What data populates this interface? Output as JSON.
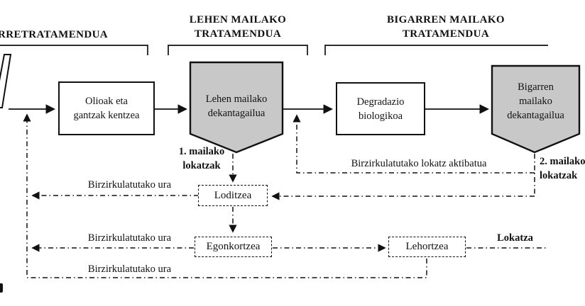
{
  "sections": {
    "pretreatment": "RRETRATAMENDUA",
    "primary": [
      "LEHEN MAILAKO",
      "TRATAMENDUA"
    ],
    "secondary": [
      "BIGARREN MAILAKO",
      "TRATAMENDUA"
    ]
  },
  "nodes": {
    "oil_grease": [
      "Olioak eta",
      "gantzak kentzea"
    ],
    "primary_settler": [
      "Lehen mailako",
      "dekantagailua"
    ],
    "bio_degradation": [
      "Degradazio",
      "biologikoa"
    ],
    "secondary_settler": [
      "Bigarren",
      "mailako",
      "dekantagailua"
    ],
    "thickening": "Loditzea",
    "stabilization": "Egonkortzea",
    "drying": "Lehortzea"
  },
  "labels": {
    "primary_sludge": [
      "1. mailako",
      "lokatzak"
    ],
    "secondary_sludge": [
      "2. mailako",
      "lokatzak"
    ],
    "recirculated_sludge": "Birzirkulatutako  lokatz aktibatua",
    "recirculated_water": "Birzirkulatutako  ura",
    "sludge_out": "Lokatza"
  },
  "colors": {
    "settler_fill": "#c8c8c8",
    "line": "#111111",
    "background": "#ffffff"
  }
}
